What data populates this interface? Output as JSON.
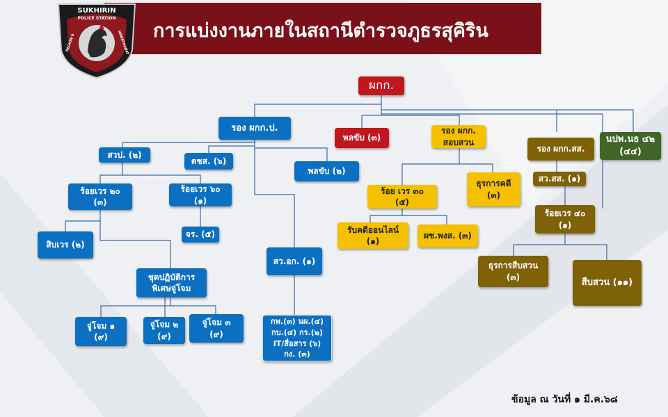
{
  "header": {
    "title": "การแบ่งงานภายในสถานีตำรวจภูธรสุคิริน",
    "logo": {
      "top_text": "SUKHIRIN",
      "sub_text": "POLICE STATION",
      "left_text": "REGION 9",
      "right_text": "NARATHIWAT"
    }
  },
  "colors": {
    "banner": "#7a1018",
    "blue": "#0b6fc2",
    "red": "#c0171f",
    "yellow": "#f5c000",
    "brown": "#7f6108",
    "green": "#3f6627"
  },
  "nodes": {
    "head": "ผกก.",
    "dep_admin": "รอง ผกก.ป.",
    "pol_sub3": "พลขับ (๓)",
    "dep_invest": [
      "รอง ผกก.",
      "สอบสวน"
    ],
    "dep_ss": "รอง ผกก.สส.",
    "npw": [
      "นปพ.นธ ๔๒",
      "(๔๔)"
    ],
    "swp": "สวป. (๒)",
    "tcs": "ตชส. (๖)",
    "pol_sub2": "พลขับ (๒)",
    "squad20": [
      "ร้อยเวร ๒๐",
      "(๓)"
    ],
    "squad60": [
      "ร้อยเวร ๖๐",
      "(๑)"
    ],
    "sibwen": "สิบเวร (๒)",
    "jr": "จร. (๕)",
    "special": [
      "ชุดปฏิบัติการ",
      "พิเศษจู่โจม"
    ],
    "ju1": [
      "จู่โจม ๑",
      "(๙)"
    ],
    "ju2": [
      "จู่โจม ๒",
      "(๙)"
    ],
    "ju3": [
      "จู่โจม ๓",
      "(๙)"
    ],
    "swak": "สว.อก. (๑)",
    "admin_staff": [
      "กพ.(๓) นผ.(๔)",
      "กบ.(๔) กร.(๒)",
      "IT/สื่อสาร (๖)",
      "กง. (๓)"
    ],
    "squad30": [
      "ร้อย เวร ๓๐",
      "(๕)"
    ],
    "case_admin": [
      "ธุรการคดี",
      "(๓)"
    ],
    "online": [
      "รับคดีออนไลน์",
      "(๑)"
    ],
    "pch": "ผช.พงส. (๓)",
    "swss": "สว.สส. (๑)",
    "squad40": [
      "ร้อยเวร ๔๐",
      "(๑)"
    ],
    "inv_admin": [
      "ธุรการสืบสวน",
      "(๓)"
    ],
    "inv": "สืบสวน (๑๑)"
  },
  "footer": "ข้อมูล ณ วันที่ ๑ มี.ค.๖๘"
}
